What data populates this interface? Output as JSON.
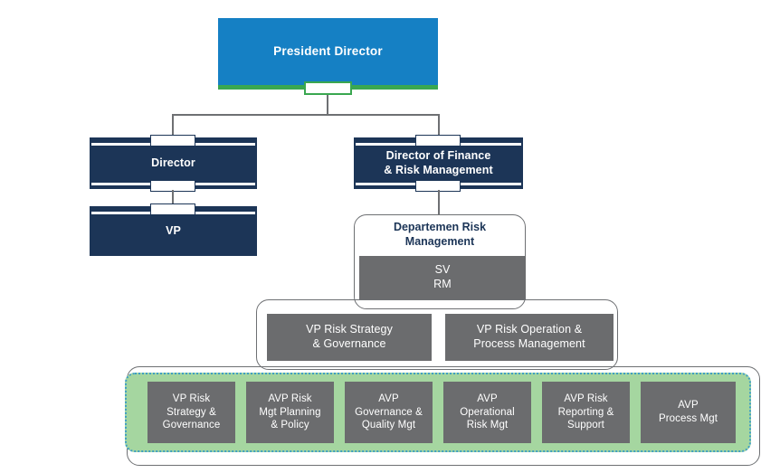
{
  "chart_data": {
    "type": "diagram",
    "title": "Risk Management Organizational Structure",
    "diagram_kind": "org-chart",
    "colors": {
      "president_blue": "#1580c4",
      "director_navy": "#1c3557",
      "role_gray": "#6b6c6e",
      "highlight_green": "#a5d6a0",
      "accent_green": "#3aa750",
      "dotted_border": "#3f9ec4",
      "connector_gray": "#6e7073",
      "page_background": "#ffffff"
    },
    "levels": [
      {
        "level": 1,
        "nodes": [
          "President Director"
        ]
      },
      {
        "level": 2,
        "nodes": [
          "Director",
          "Director of Finance & Risk Management"
        ]
      },
      {
        "level": 3,
        "nodes": [
          "VP",
          "SV RM"
        ]
      },
      {
        "level": 4,
        "nodes": [
          "VP Risk Strategy & Governance",
          "VP Risk Operation & Process Management"
        ]
      },
      {
        "level": 5,
        "nodes": [
          "VP Risk Strategy & Governance",
          "AVP Risk Mgt Planning & Policy",
          "AVP Governance & Quality Mgt",
          "AVP Operational Risk Mgt",
          "AVP Risk Reporting & Support",
          "AVP Process Mgt"
        ]
      }
    ],
    "edges": [
      {
        "from": "President Director",
        "to": "Director"
      },
      {
        "from": "President Director",
        "to": "Director of Finance & Risk Management"
      },
      {
        "from": "Director",
        "to": "VP"
      },
      {
        "from": "Director of Finance & Risk Management",
        "to": "Departemen Risk Management"
      }
    ],
    "groups": [
      {
        "name": "Departemen Risk Management",
        "members": [
          "SV RM",
          "VP Risk Strategy & Governance",
          "VP Risk Operation & Process Management"
        ]
      },
      {
        "name": "highlighted-avp-band",
        "members": [
          "VP Risk Strategy & Governance",
          "AVP Risk Mgt Planning & Policy",
          "AVP Governance & Quality Mgt",
          "AVP Operational Risk Mgt",
          "AVP Risk Reporting & Support",
          "AVP Process Mgt"
        ]
      }
    ]
  },
  "president": {
    "label": "President Director"
  },
  "level2": {
    "director": {
      "label": "Director"
    },
    "finance_director": {
      "line1": "Director of Finance",
      "line2": "& Risk Management"
    }
  },
  "level3": {
    "vp": {
      "label": "VP"
    }
  },
  "department": {
    "title_line1": "Departemen Risk",
    "title_line2": "Management",
    "sv": {
      "line1": "SV",
      "line2": "RM"
    }
  },
  "vp_row": [
    {
      "line1": "VP Risk Strategy",
      "line2": "& Governance"
    },
    {
      "line1": "VP Risk Operation &",
      "line2": "Process Management"
    }
  ],
  "avp_row": [
    {
      "line1": "VP Risk",
      "line2": "Strategy &",
      "line3": "Governance"
    },
    {
      "line1": "AVP Risk",
      "line2": "Mgt Planning",
      "line3": "& Policy"
    },
    {
      "line1": "AVP",
      "line2": "Governance &",
      "line3": "Quality Mgt"
    },
    {
      "line1": "AVP",
      "line2": "Operational",
      "line3": "Risk Mgt"
    },
    {
      "line1": "AVP Risk",
      "line2": "Reporting &",
      "line3": "Support"
    },
    {
      "line1": "AVP",
      "line2": "Process Mgt"
    }
  ]
}
